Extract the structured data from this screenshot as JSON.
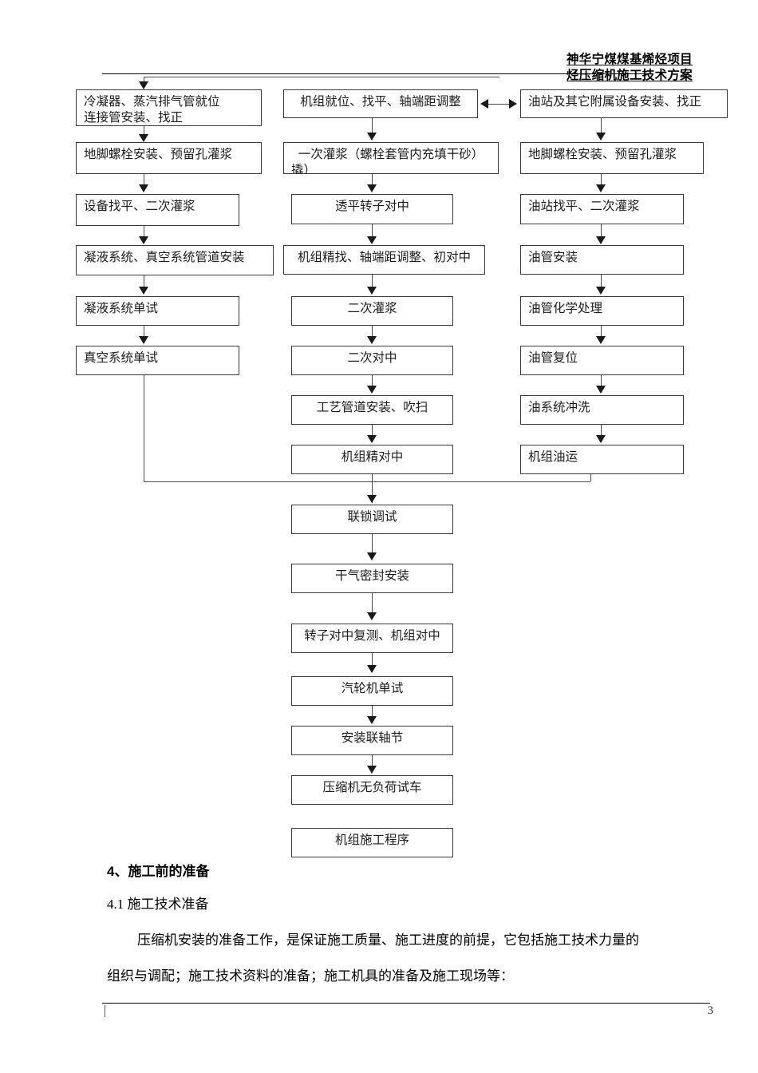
{
  "header": {
    "line1": "神华宁煤煤基烯烃项目",
    "line2": "烃压缩机施工技术方案"
  },
  "flowchart": {
    "columns": {
      "left": [
        {
          "id": "left-1",
          "label": "冷凝器、蒸汽排气管就位",
          "label2": "连接管安装、找正"
        },
        {
          "id": "left-2",
          "label": "地脚螺栓安装、预留孔灌浆"
        },
        {
          "id": "left-3",
          "label": "设备找平、二次灌浆"
        },
        {
          "id": "left-4",
          "label": "凝液系统、真空系统管道安装"
        },
        {
          "id": "left-5",
          "label": "凝液系统单试"
        },
        {
          "id": "left-6",
          "label": "真空系统单试"
        }
      ],
      "middle": [
        {
          "id": "mid-1",
          "label": "机组就位、找平、轴端距调整"
        },
        {
          "id": "mid-2",
          "label": "一次灌浆（螺栓套管内充填干砂）",
          "label2": "撬）"
        },
        {
          "id": "mid-3",
          "label": "透平转子对中"
        },
        {
          "id": "mid-4",
          "label": "机组精找、轴端距调整、初对中"
        },
        {
          "id": "mid-5",
          "label": "二次灌浆"
        },
        {
          "id": "mid-6",
          "label": "二次对中"
        },
        {
          "id": "mid-7",
          "label": "工艺管道安装、吹扫"
        },
        {
          "id": "mid-8",
          "label": "机组精对中"
        }
      ],
      "right": [
        {
          "id": "right-1",
          "label": "油站及其它附属设备安装、找正"
        },
        {
          "id": "right-2",
          "label": "地脚螺栓安装、预留孔灌浆"
        },
        {
          "id": "right-3",
          "label": "油站找平、二次灌浆"
        },
        {
          "id": "right-4",
          "label": "油管安装"
        },
        {
          "id": "right-5",
          "label": "油管化学处理"
        },
        {
          "id": "right-6",
          "label": "油管复位"
        },
        {
          "id": "right-7",
          "label": "油系统冲洗"
        },
        {
          "id": "right-8",
          "label": "机组油运"
        }
      ],
      "trunk": [
        {
          "id": "trunk-1",
          "label": "联锁调试"
        },
        {
          "id": "trunk-2",
          "label": "干气密封安装"
        },
        {
          "id": "trunk-3",
          "label": "转子对中复测、机组对中"
        },
        {
          "id": "trunk-4",
          "label": "汽轮机单试"
        },
        {
          "id": "trunk-5",
          "label": "安装联轴节"
        },
        {
          "id": "trunk-6",
          "label": "压缩机无负荷试车"
        },
        {
          "id": "trunk-7",
          "label": "机组施工程序"
        }
      ]
    }
  },
  "content": {
    "section_heading": "4、施工前的准备",
    "subsection_heading": "4.1 施工技术准备",
    "paragraph_lines": [
      "压缩机安装的准备工作，是保证施工质量、施工进度的前提，它包括施工技术力量的",
      "组织与调配；施工技术资料的准备；施工机具的准备及施工现场等："
    ]
  },
  "footer": {
    "page_number": "3"
  }
}
